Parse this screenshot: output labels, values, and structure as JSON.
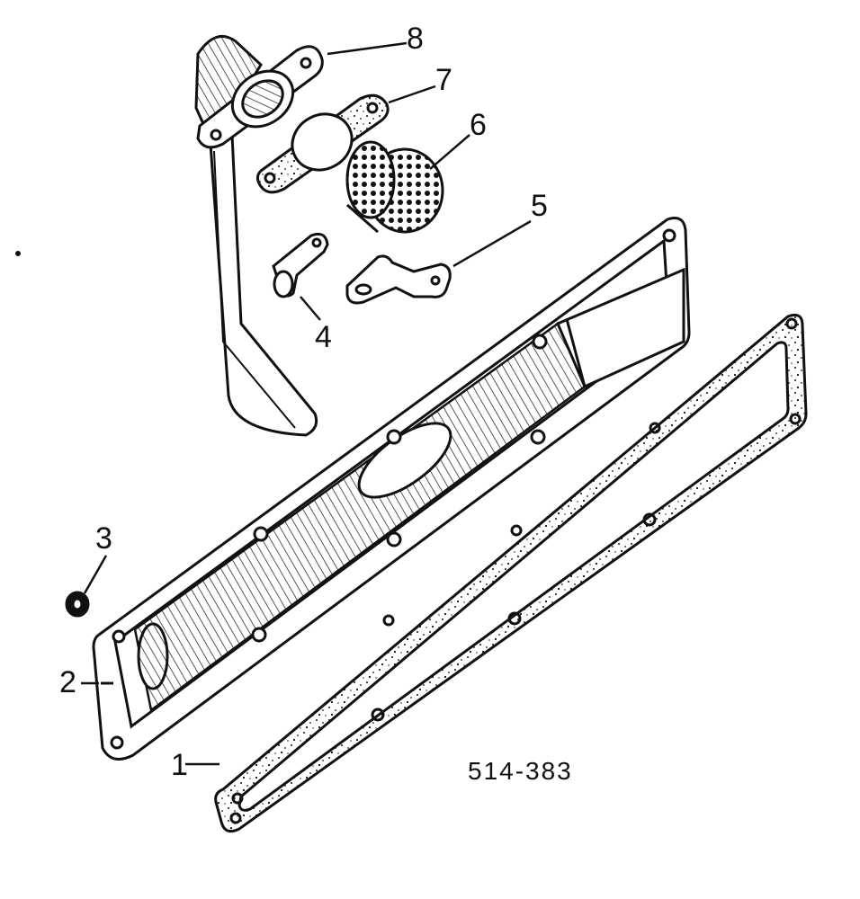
{
  "diagram": {
    "reference_code": "514-383",
    "callouts": [
      {
        "id": "1",
        "label": "1"
      },
      {
        "id": "2",
        "label": "2"
      },
      {
        "id": "3",
        "label": "3"
      },
      {
        "id": "4",
        "label": "4"
      },
      {
        "id": "5",
        "label": "5"
      },
      {
        "id": "6",
        "label": "6"
      },
      {
        "id": "7",
        "label": "7"
      },
      {
        "id": "8",
        "label": "8"
      }
    ],
    "colors": {
      "ink": "#111111",
      "paper": "#ffffff"
    }
  }
}
